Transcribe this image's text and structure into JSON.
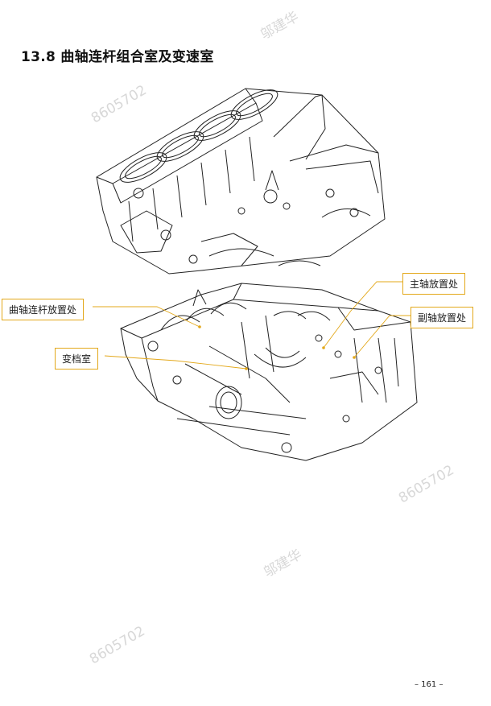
{
  "section": {
    "title": "13.8 曲轴连杆组合室及变速室"
  },
  "figure": {
    "callouts": {
      "crank": "曲轴连杆放置处",
      "gear": "变档室",
      "main_shaft": "主轴放置处",
      "counter_shaft": "副轴放置处"
    },
    "leader_color": "#e3a81a"
  },
  "watermarks": [
    "邬建华",
    "8605702",
    "8605702",
    "邬建华",
    "8605702"
  ],
  "footer": {
    "page_number": "– 161 –"
  }
}
